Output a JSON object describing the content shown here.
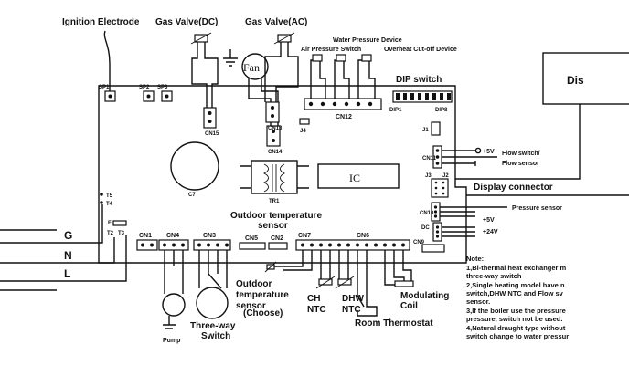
{
  "labels": {
    "ignition_electrode": "Ignition Electrode",
    "gas_valve_dc": "Gas Valve(DC)",
    "gas_valve_ac": "Gas Valve(AC)",
    "water_pressure_device": "Water Pressure Device",
    "air_pressure_switch": "Air Pressure Switch",
    "overheat_cutoff": "Overheat Cut-off Device",
    "fan": "Fan",
    "dip_switch": "DIP switch",
    "dip1": "DIP1",
    "dip8": "DIP8",
    "display_box": "Dis",
    "ic": "IC",
    "tr1": "TR1",
    "c7": "C7",
    "outdoor_sensor": "Outdoor temperature",
    "outdoor_sensor_2": "sensor",
    "flow_switch": "Flow switch/",
    "flow_sensor": "Flow sensor",
    "plus5v_top": "+5V",
    "display_connector": "Display connector",
    "pressure_sensor": "Pressure sensor",
    "plus5v": "+5V",
    "plus24v": "+24V",
    "line_g": "G",
    "line_n": "N",
    "line_l": "L",
    "pump": "Pump",
    "three_way": "Three-way",
    "switch": "Switch",
    "outdoor_choose_1": "Outdoor",
    "outdoor_choose_2": "temperature",
    "outdoor_choose_3": "sensor",
    "outdoor_choose_4": "(Choose)",
    "ch_ntc_1": "CH",
    "ch_ntc_2": "NTC",
    "dhw_ntc_1": "DHW",
    "dhw_ntc_2": "NTC",
    "modulating_1": "Modulating",
    "modulating_2": "Coil",
    "room_thermostat": "Room Thermostat"
  },
  "connectors": {
    "sp1": "SP1",
    "sp2": "SP2",
    "sp3": "SP3",
    "cn15": "CN15",
    "cn13": "CN13",
    "cn14": "CN14",
    "cn12": "CN12",
    "j4": "J4",
    "j1": "J1",
    "cn11": "CN11",
    "j3": "J3",
    "j2": "J2",
    "cn10": "CN10",
    "dc": "DC",
    "cn9": "CN9",
    "t5": "T5",
    "t4": "T4",
    "f": "F",
    "t2": "T2",
    "t3": "T3",
    "cn1": "CN1",
    "cn4": "CN4",
    "cn3": "CN3",
    "cn5": "CN5",
    "cn2": "CN2",
    "cn7": "CN7",
    "cn6": "CN6"
  },
  "note": {
    "title": "Note:",
    "lines": [
      "1,Bi-thermal heat exchanger m",
      "three-way switch",
      "2,Single heating model have n",
      "switch,DHW NTC and  Flow sv",
      "sensor.",
      "3,If the boiler use the pressure",
      "pressure, switch not be used.",
      "4,Natural draught type without",
      "switch change to water pressur"
    ]
  }
}
